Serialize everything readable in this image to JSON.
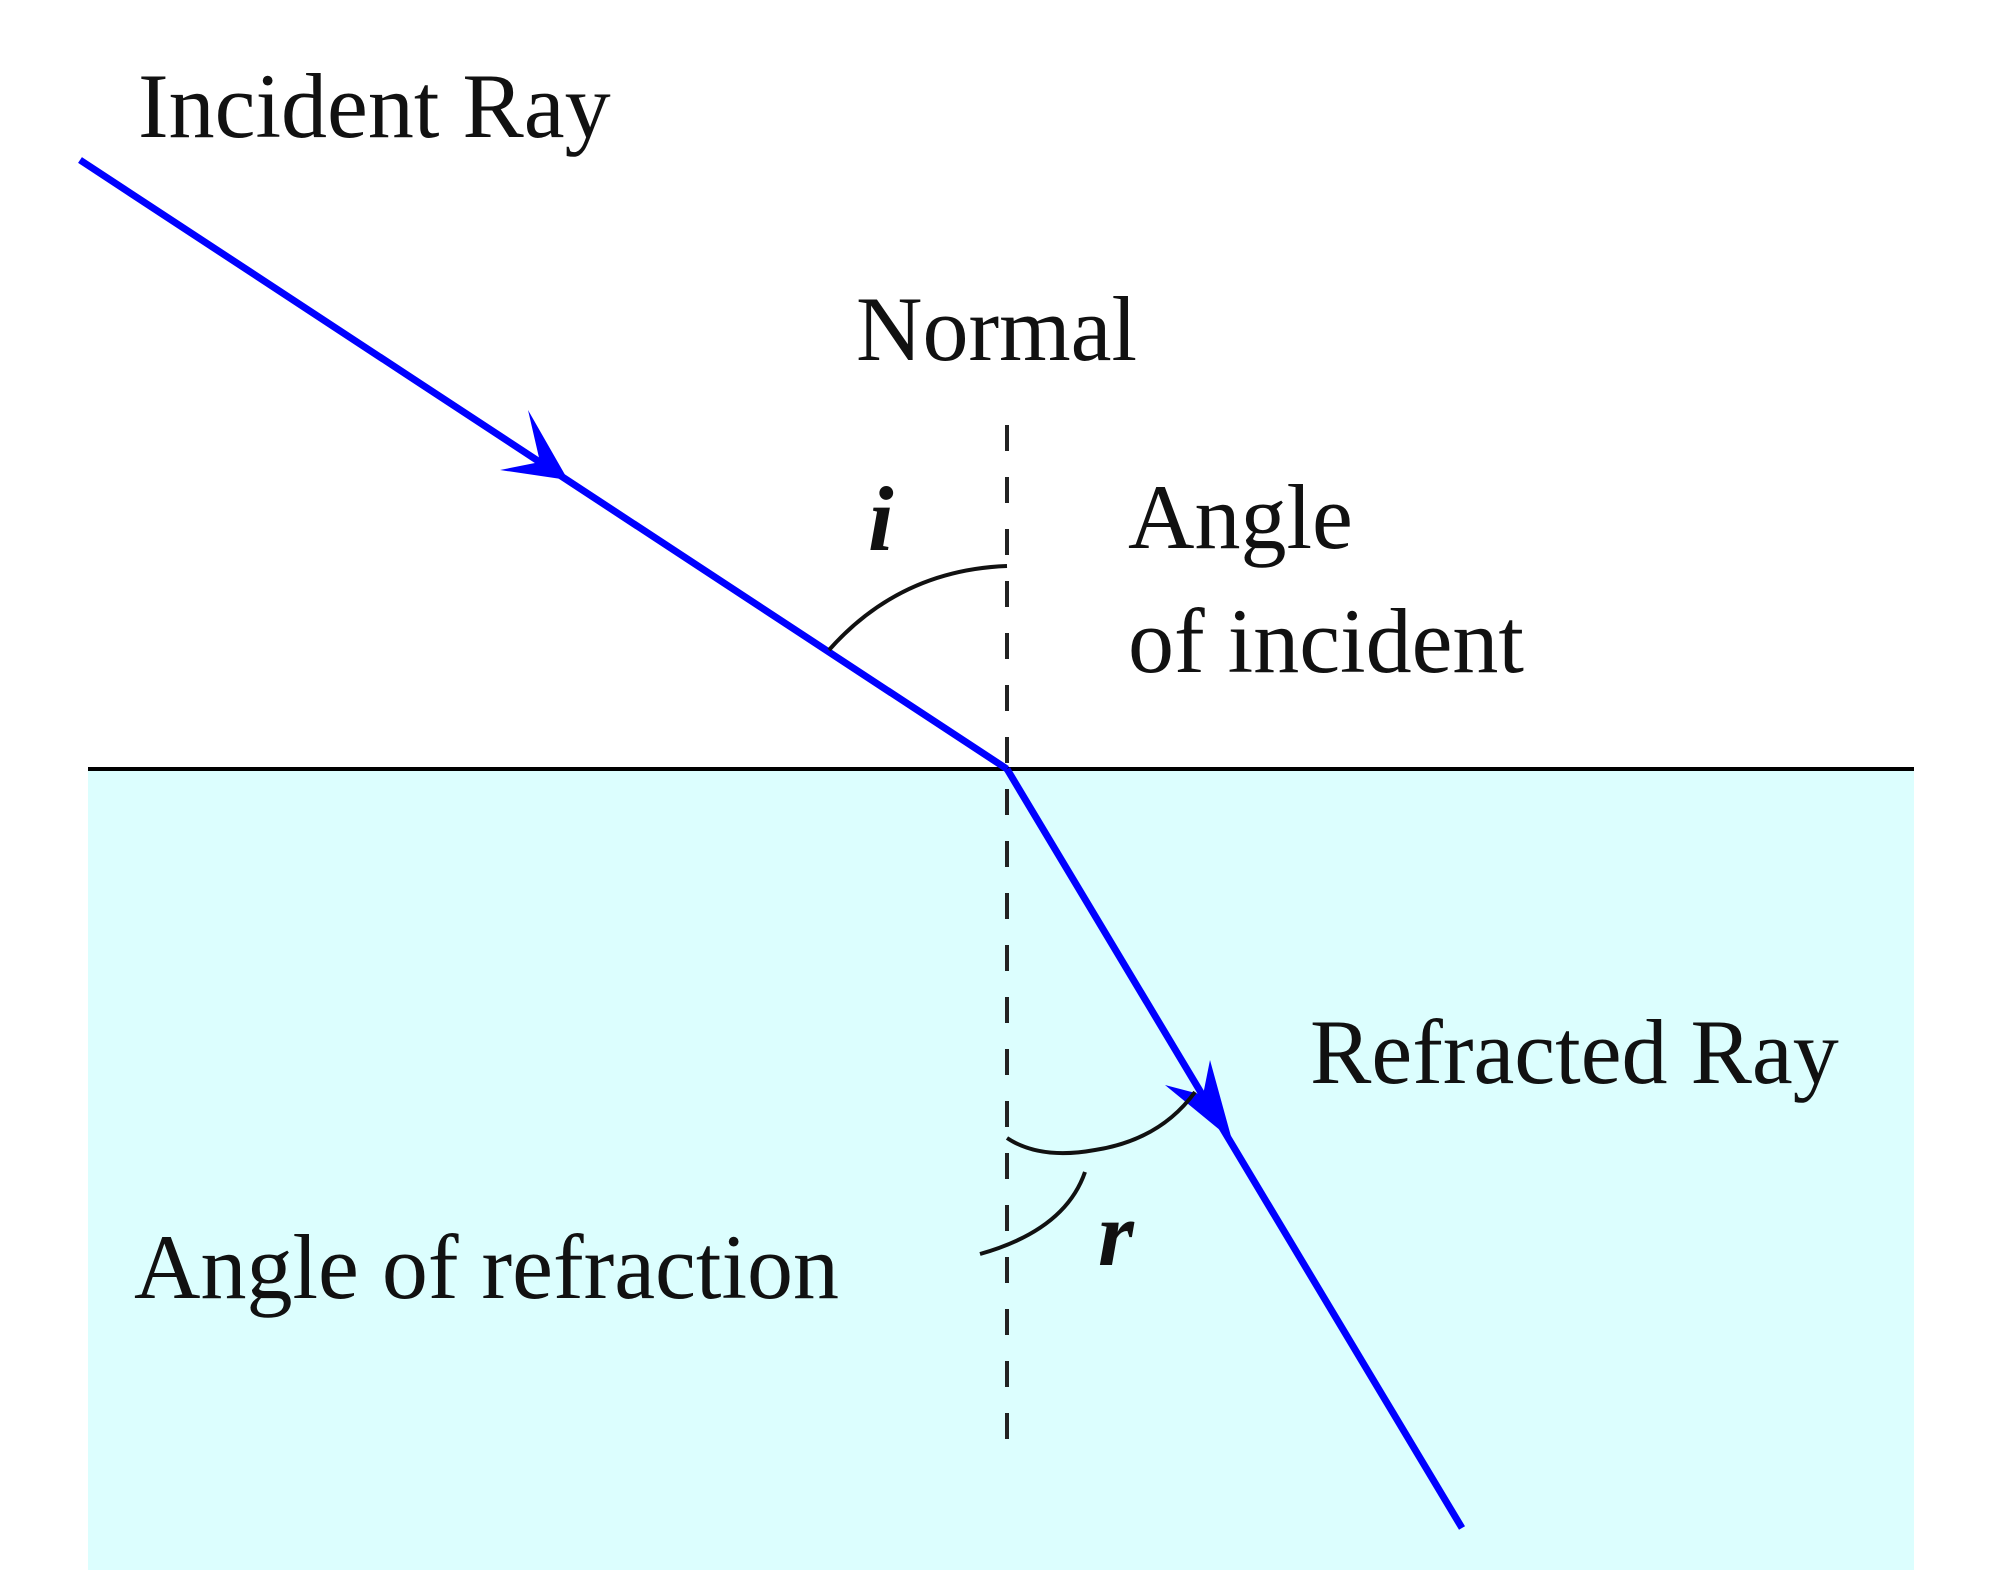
{
  "diagram": {
    "title": "Refraction of light at an interface",
    "labels": {
      "incident_ray": "Incident Ray",
      "normal": "Normal",
      "angle_incident_line1": "Angle",
      "angle_incident_line2": "of incident",
      "refracted_ray": "Refracted Ray",
      "angle_refraction": "Angle of refraction",
      "symbol_i": "i",
      "symbol_r": "r"
    },
    "colors": {
      "ray": "#0000ff",
      "medium": "#dcfefe",
      "interface": "#000000",
      "normal": "#222222"
    }
  }
}
